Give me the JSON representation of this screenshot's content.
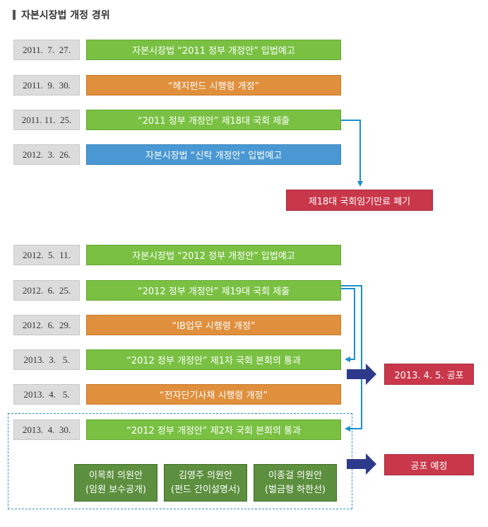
{
  "title": "자본시장법 개정 경위",
  "rows": [
    {
      "date": "2011.  7.  27.",
      "event": "자본시장법 “2011 정부 개정안” 입법예고",
      "color": "green"
    },
    {
      "date": "2011.  9.  30.",
      "event": "“헤지펀드 시행령 개정”",
      "color": "orange"
    },
    {
      "date": "2011. 11.  25.",
      "event": "“2011 정부 개정안” 제18대 국회 제출",
      "color": "green"
    },
    {
      "date": "2012.  3.  26.",
      "event": "자본시장법 “신탁 개정안” 입법예고",
      "color": "blue"
    },
    {
      "date": "2012.  5.  11.",
      "event": "자본시장법 “2012 정부 개정안” 입법예고",
      "color": "green"
    },
    {
      "date": "2012.  6.  25.",
      "event": "“2012 정부 개정안” 제19대 국회 제출",
      "color": "green"
    },
    {
      "date": "2012.  6.  29.",
      "event": "“IB업무 시행령 개정”",
      "color": "orange"
    },
    {
      "date": "2013.  3.   5.",
      "event": "“2012 정부 개정안” 제1차 국회 본회의 통과",
      "color": "green"
    },
    {
      "date": "2013.  4.   5.",
      "event": "“전자단기사채 시행령 개정”",
      "color": "orange"
    },
    {
      "date": "2013.  4.  30.",
      "event": "“2012 정부 개정안” 제2차 국회 본회의 통과",
      "color": "green"
    }
  ],
  "outcomes": {
    "expired": "제18대 국회임기만료 폐기",
    "promulgated": "2013. 4. 5. 공포",
    "scheduled": "공포 예정"
  },
  "bills": [
    {
      "name": "이목희 의원안",
      "desc": "(임원 보수공개)"
    },
    {
      "name": "김영주 의원안",
      "desc": "(펀드 간이설명서)"
    },
    {
      "name": "이종걸 의원안",
      "desc": "(벌금형 하한선)"
    }
  ],
  "colors": {
    "green": "#7ac143",
    "orange": "#e08f3c",
    "blue": "#4a98d3",
    "red": "#c9374a",
    "dark_green": "#5c8f3e",
    "connector": "#1a8fd0",
    "arrow": "#2d3a8c"
  }
}
